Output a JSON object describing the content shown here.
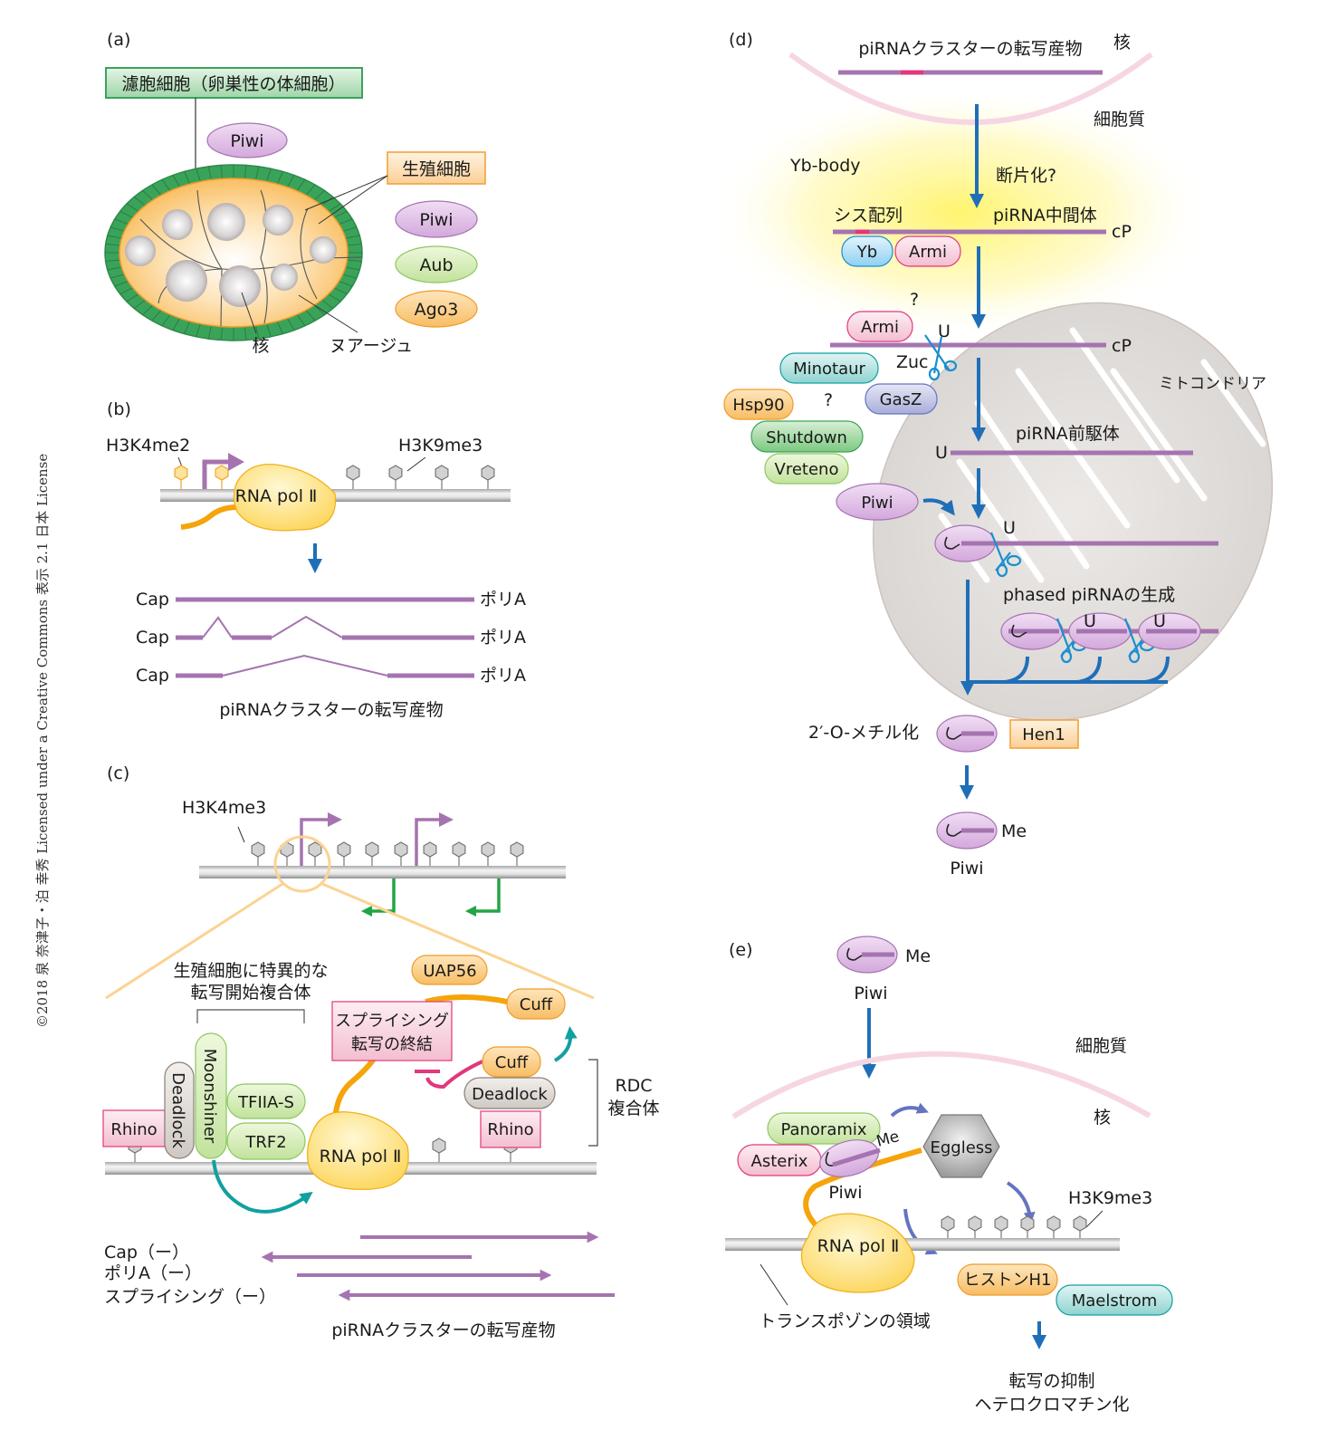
{
  "copyright": "©2018 泉 奈津子・泊 幸秀 Licensed under a Creative Commons 表示 2.1 日本 License",
  "colors": {
    "piwi": "#d9b3e0",
    "aub": "#c9e6a6",
    "ago3": "#fbc87a",
    "rna_line": "#a574b0",
    "arrow_blue": "#1f6fb8",
    "teal": "#12a0a0",
    "pink_membrane": "#f6d3e1",
    "green_follicle": "#3aa35a",
    "orange_germ": "#f7b348",
    "magenta": "#e2377b",
    "scissors": "#1a8ed0",
    "yb_glow": "#fff7a0"
  },
  "panel_a": {
    "label": "(a)",
    "follicle_cell": "濾胞細胞（卵巣性の体細胞）",
    "germ_cell": "生殖細胞",
    "piwi_somatic": "Piwi",
    "germ_proteins": [
      "Piwi",
      "Aub",
      "Ago3"
    ],
    "nucleus": "核",
    "nuage": "ヌアージュ"
  },
  "panel_b": {
    "label": "(b)",
    "mark_left": "H3K4me2",
    "mark_right": "H3K9me3",
    "polymerase": "RNA pol Ⅱ",
    "transcripts": [
      {
        "start": "Cap",
        "end": "ポリA",
        "type": "unspliced"
      },
      {
        "start": "Cap",
        "end": "ポリA",
        "type": "spliced-2-introns"
      },
      {
        "start": "Cap",
        "end": "ポリA",
        "type": "spliced-1-intron"
      }
    ],
    "caption": "piRNAクラスターの転写産物"
  },
  "panel_c": {
    "label": "(c)",
    "mark": "H3K4me3",
    "complex_title": [
      "生殖細胞に特異的な",
      "転写開始複合体"
    ],
    "proteins": {
      "rhino_left": "Rhino",
      "deadlock_left": "Deadlock",
      "moonshiner": "Moonshiner",
      "tfiia": "TFIIA-S",
      "trf2": "TRF2",
      "polymerase": "RNA pol Ⅱ",
      "uap56": "UAP56",
      "cuff_top": "Cuff",
      "cuff_mid": "Cuff",
      "deadlock_right": "Deadlock",
      "rhino_right": "Rhino"
    },
    "inhibited_box": [
      "スプライシング",
      "転写の終結"
    ],
    "rdc_label": [
      "RDC",
      "複合体"
    ],
    "transcript_props": [
      "Cap（ー）",
      "ポリA（ー）",
      "スプライシング（ー）"
    ],
    "caption": "piRNAクラスターの転写産物"
  },
  "panel_d": {
    "label": "(d)",
    "top_transcript": "piRNAクラスターの転写産物",
    "nucleus": "核",
    "cytoplasm": "細胞質",
    "yb_body": "Yb-body",
    "fragmentation": "断片化?",
    "cis_element": "シス配列",
    "intermediate": "piRNA中間体",
    "cp": "cP",
    "yb": "Yb",
    "armi": "Armi",
    "question": "?",
    "u": "U",
    "zuc": "Zuc",
    "mito_proteins": [
      "Minotaur",
      "GasZ",
      "Hsp90",
      "Shutdown",
      "Vreteno"
    ],
    "mitochondria": "ミトコンドリア",
    "precursor": "piRNA前駆体",
    "piwi": "Piwi",
    "phased": "phased piRNAの生成",
    "methylation": "2′-O-メチル化",
    "hen1": "Hen1",
    "me": "Me",
    "final_piwi": "Piwi"
  },
  "panel_e": {
    "label": "(e)",
    "me": "Me",
    "piwi_top": "Piwi",
    "cytoplasm": "細胞質",
    "nucleus": "核",
    "panoramix": "Panoramix",
    "asterix": "Asterix",
    "eggless": "Eggless",
    "piwi_bound": "Piwi",
    "mark": "H3K9me3",
    "polymerase": "RNA pol Ⅱ",
    "histone": "ヒストンH1",
    "maelstrom": "Maelstrom",
    "region": "トランスポゾンの領域",
    "outcome": [
      "転写の抑制",
      "ヘテロクロマチン化"
    ]
  }
}
